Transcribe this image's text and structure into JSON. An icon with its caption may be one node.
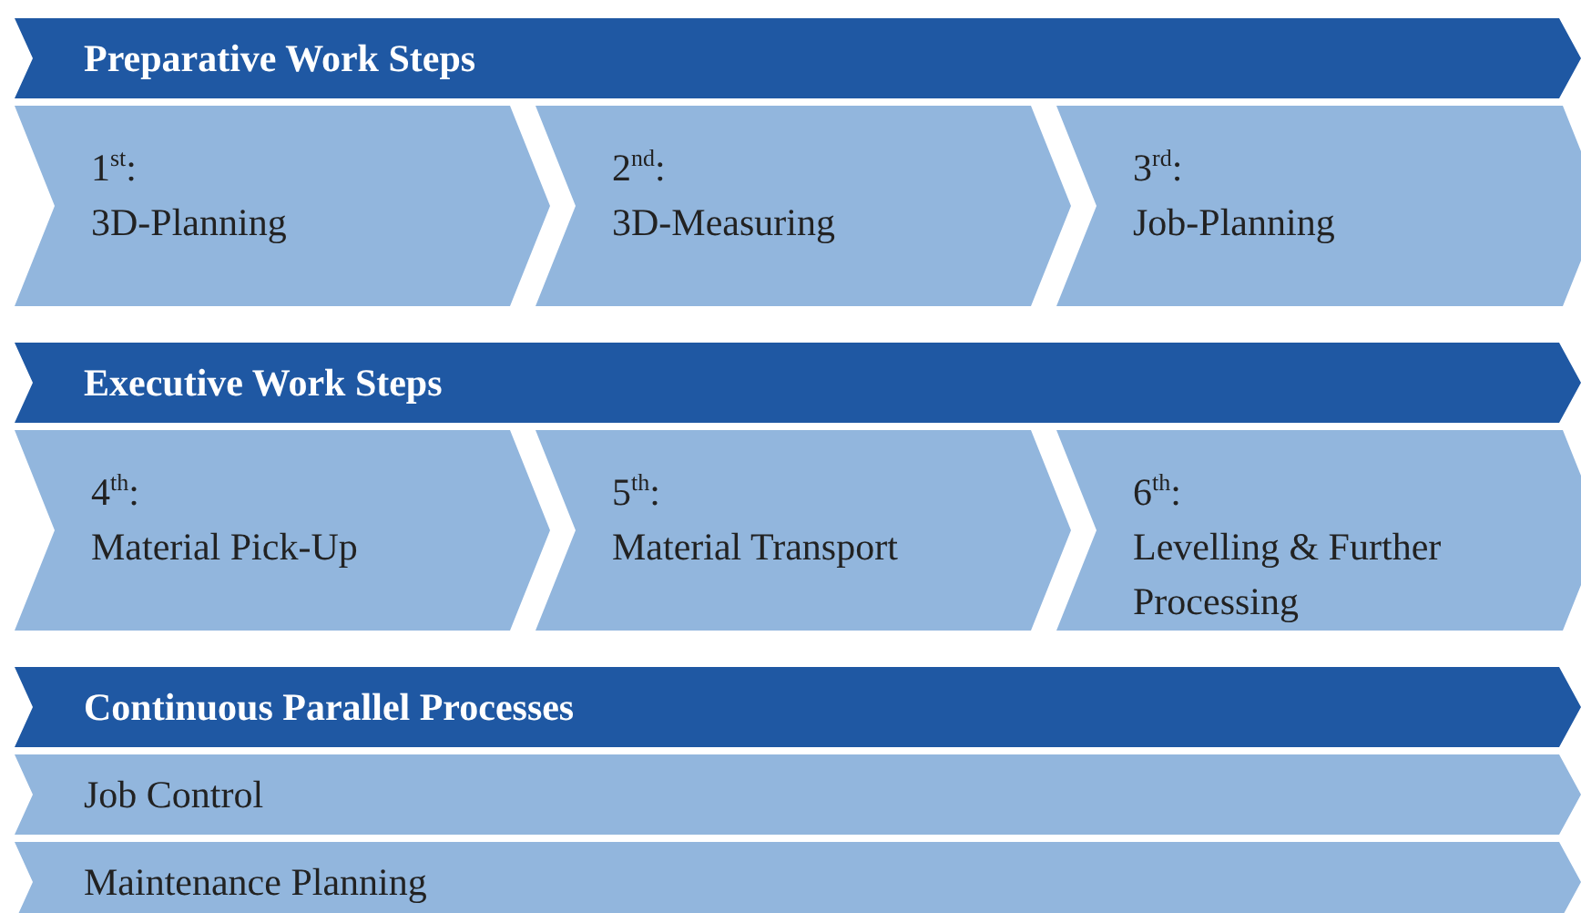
{
  "diagram": {
    "nodes": [
      {
        "text": [
          "Preparative Work Steps"
        ]
      },
      {
        "text": [
          "1$^{st}$:",
          "3D-Planning"
        ]
      },
      {
        "text": [
          "2$^{nd}$:",
          "3D-Measuring"
        ]
      },
      {
        "text": [
          "3$^{rd}$:",
          "Job-Planning"
        ]
      },
      {
        "text": [
          "Executive Work Steps"
        ]
      },
      {
        "text": [
          "4$^{th}$:",
          "Material Pick-Up"
        ]
      },
      {
        "text": [
          "5$^{th}$:",
          "Material Transport"
        ]
      },
      {
        "text": [
          "6$^{th}$:",
          "Levelling & Further Processing"
        ]
      },
      {
        "text": [
          "Continuous Parallel Processes"
        ]
      },
      {
        "text": [
          "Job Control"
        ]
      },
      {
        "text": [
          "Maintenance Planning"
        ]
      }
    ]
  }
}
